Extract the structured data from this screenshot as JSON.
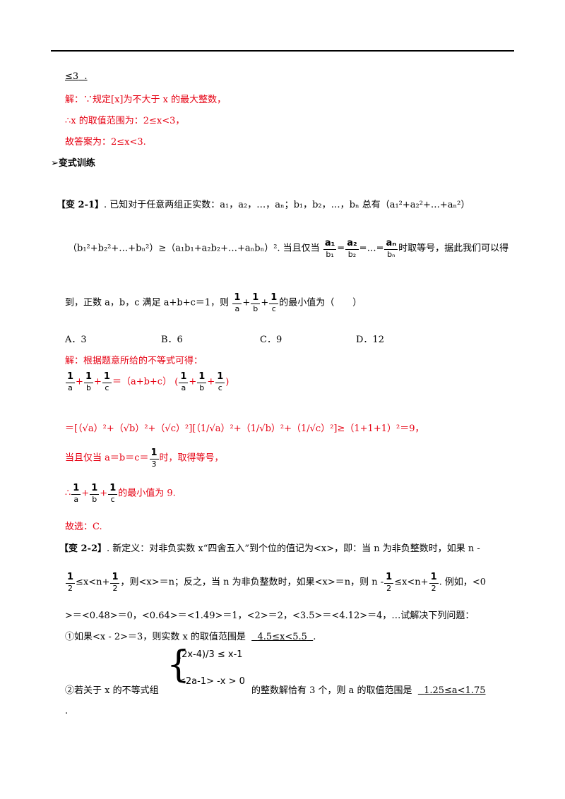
{
  "top_answer": "≤3",
  "sol1": {
    "l1": "解：∵规定[x]为不大于 x 的最大整数，",
    "l2": "∴x 的取值范围为：2≤x<3，",
    "l3": "故答案为：2≤x<3."
  },
  "section_title": "➢变式训练",
  "q21": {
    "tag": "【变 2-1】",
    "l1": ". 已知对于任意两组正实数：a₁，a₂，…，aₙ；b₁，b₂，…，bₙ 总有（a₁²+a₂²+…+aₙ²）",
    "l2a": "（b₁²+b₂²+…+bₙ²）≥（a₁b₁+a₂b₂+…+aₙbₙ）². 当且仅当",
    "frac_a1": "a₁",
    "frac_b1": "b₁",
    "frac_a2": "a₂",
    "frac_b2": "b₂",
    "frac_an": "aₙ",
    "frac_bn": "bₙ",
    "eq_sign": "=",
    "eq_dots": "=…=",
    "l2b": "时取等号，据此我们可以得",
    "l3a": "到，正数 a，b，c 满足 a+b+c＝1，则",
    "one": "1",
    "a": "a",
    "b": "b",
    "c": "c",
    "plus": "+",
    "l3b": "的最小值为（　　）",
    "opts": [
      "A．3",
      "B．6",
      "C．9",
      "D．12"
    ]
  },
  "sol2": {
    "l1": "解：根据题意所给的不等式可得：",
    "l2mid": "＝（a+b+c）",
    "l3": "＝[（√a）²+（√b）²+（√c）²][（1/√a）²+（1/√b）²+（1/√c）²]≥（1+1+1）²＝9，",
    "l4a": "当且仅当 a＝b＝c＝",
    "third_n": "1",
    "third_d": "3",
    "l4b": "时，取得等号，",
    "l5a": "∴",
    "l5b": "的最小值为 9.",
    "l6": "故选：C."
  },
  "q22": {
    "tag": "【变 2-2】",
    "l1": ". 新定义：对非负实数 x“四舍五入”到个位的值记为<x>，即：当 n 为非负整数时，如果 n -",
    "half_n": "1",
    "half_d": "2",
    "l2a": "≤x<n+",
    "l2b": "，则<x>＝n；反之，当 n 为非负整数时，如果<x>＝n，则 n -",
    "l2c": "≤x<n+",
    "l2d": ". 例如，<0",
    "l3": ">＝<0.48>＝0，<0.64>＝<1.49>＝1，<2>＝2，<3.5>＝<4.12>＝4，…试解决下列问题：",
    "l4a": "①如果<x - 2>＝3，则实数 x 的取值范围是",
    "ans1": "4.5≤x<5.5",
    "l4b": ".",
    "sys1": "(2x-4)/3 ≤ x-1",
    "sys2": "<2a-1> -x > 0",
    "l5a": "②若关于 x 的不等式组",
    "l5b": "的整数解恰有 3 个，则 a 的取值范围是",
    "ans2": "1.25≤a<1.75",
    "l6": "."
  }
}
